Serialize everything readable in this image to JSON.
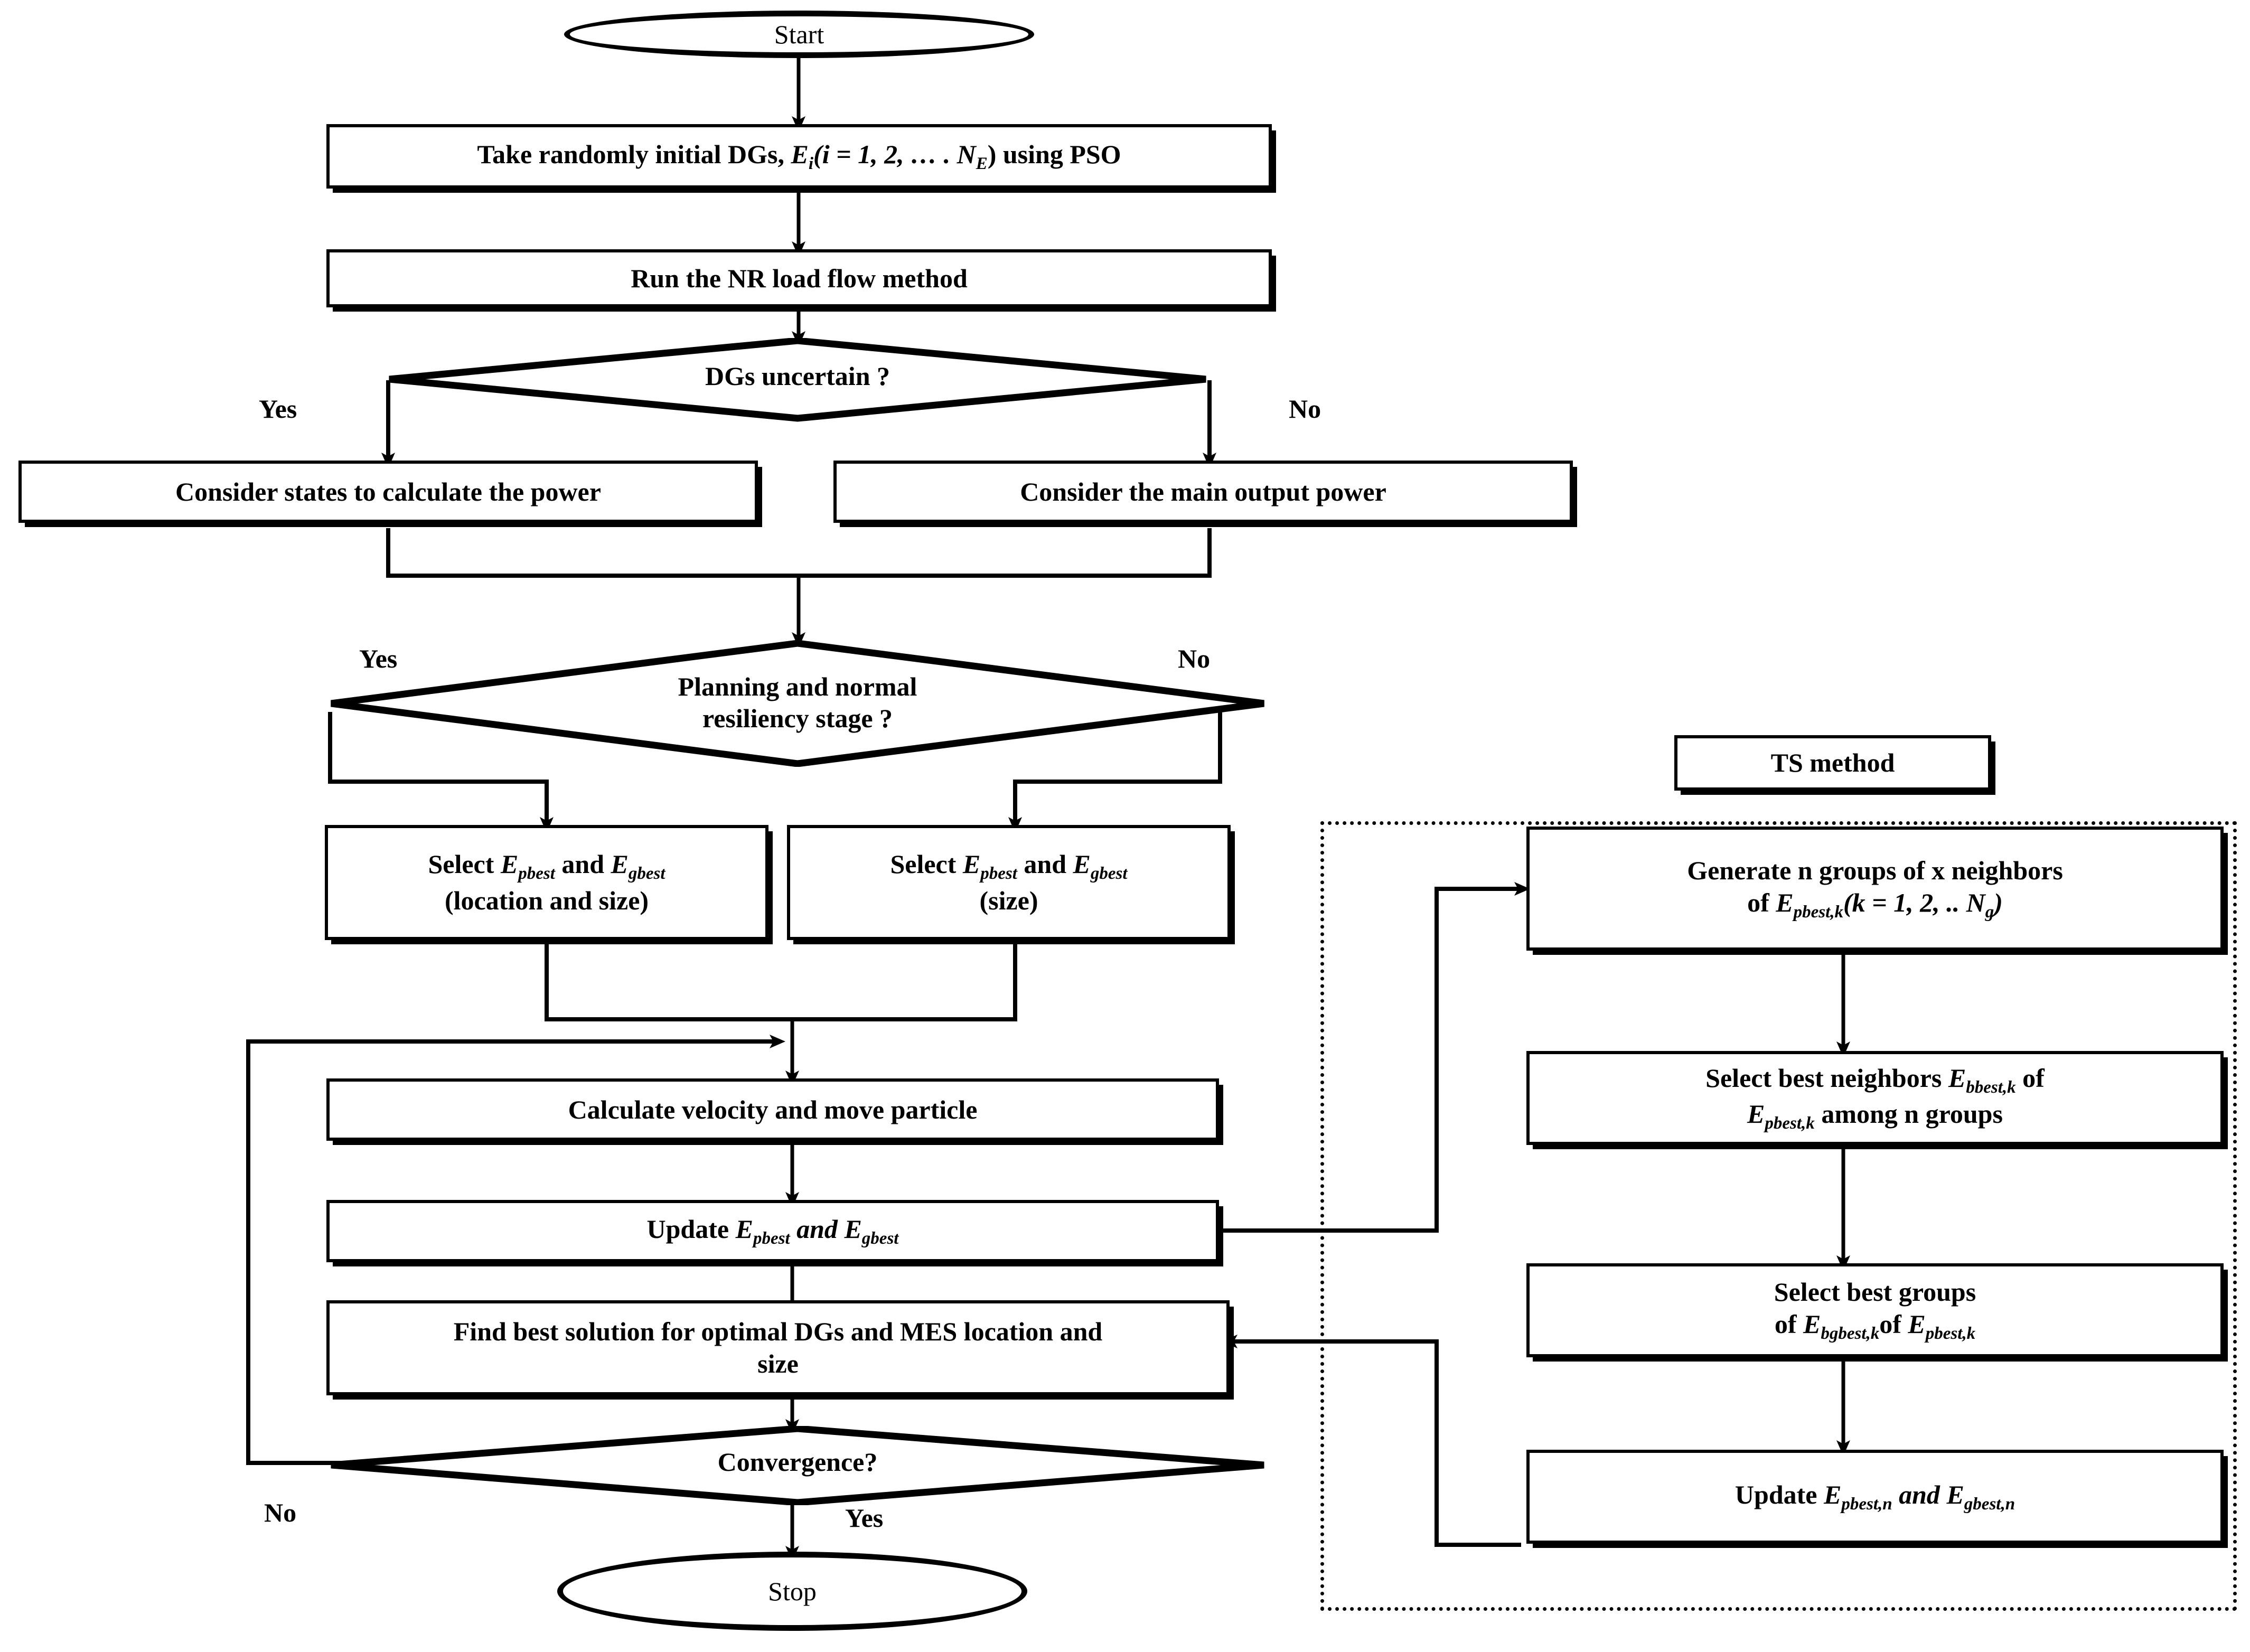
{
  "diagram": {
    "title": "PSO-TS hybrid optimization flowchart",
    "nodes": {
      "start": "Start",
      "init_dgs_pre": "Take randomly initial DGs, ",
      "init_dgs_var": "E",
      "init_dgs_sub": "i",
      "init_dgs_mid": "(i = 1, 2, … . N",
      "init_dgs_sub2": "E",
      "init_dgs_post": ") using PSO",
      "run_nr": "Run the NR load flow method",
      "dgs_uncertain": "DGs uncertain ?",
      "consider_states": "Consider states to calculate the power",
      "consider_main": "Consider the main output power",
      "planning_line1": "Planning and normal",
      "planning_line2": "resiliency stage ?",
      "select_loc_line1_pre": "Select ",
      "select_loc_line1_v1": "E",
      "select_loc_line1_s1": "pbest",
      "select_loc_line1_and": " and ",
      "select_loc_line1_v2": "E",
      "select_loc_line1_s2": "gbest",
      "select_loc_line2": "(location and size)",
      "select_size_line2": "(size)",
      "calc_velocity": "Calculate velocity and move particle",
      "update_pg_pre": "Update ",
      "update_pg_v1": "E",
      "update_pg_s1": "pbest",
      "update_pg_and": " and ",
      "update_pg_v2": "E",
      "update_pg_s2": "gbest",
      "find_best_line1": "Find best solution for optimal DGs and MES location and",
      "find_best_line2": "size",
      "convergence": "Convergence?",
      "stop": "Stop",
      "ts_method": "TS method",
      "ts_generate_line1": "Generate n groups of x neighbors",
      "ts_generate_line2_pre": "of ",
      "ts_generate_v": "E",
      "ts_generate_s": "pbest,k",
      "ts_generate_line2_post": "(k = 1, 2, .. N",
      "ts_generate_sub_g": "g",
      "ts_generate_line2_end": ")",
      "ts_bestneighbors_pre": "Select best neighbors ",
      "ts_bestneighbors_v": "E",
      "ts_bestneighbors_s": "bbest,k",
      "ts_bestneighbors_post": " of",
      "ts_bestneighbors_line2_v": "E",
      "ts_bestneighbors_line2_s": "pbest,k",
      "ts_bestneighbors_line2_post": " among n groups",
      "ts_bestgroups_line1": "Select best groups",
      "ts_bestgroups_line2_pre": "of ",
      "ts_bestgroups_v1": "E",
      "ts_bestgroups_s1": "bgbest,k",
      "ts_bestgroups_mid": "of ",
      "ts_bestgroups_v2": "E",
      "ts_bestgroups_s2": "pbest,k",
      "ts_update_pre": "Update ",
      "ts_update_v1": "E",
      "ts_update_s1": "pbest,n",
      "ts_update_and": " and ",
      "ts_update_v2": "E",
      "ts_update_s2": "gbest,n"
    },
    "edge_labels": {
      "uncertain_yes": "Yes",
      "uncertain_no": "No",
      "planning_yes": "Yes",
      "planning_no": "No",
      "convergence_no": "No",
      "convergence_yes": "Yes"
    },
    "colors": {
      "stroke": "#000000",
      "background": "#ffffff",
      "text": "#000000"
    }
  }
}
